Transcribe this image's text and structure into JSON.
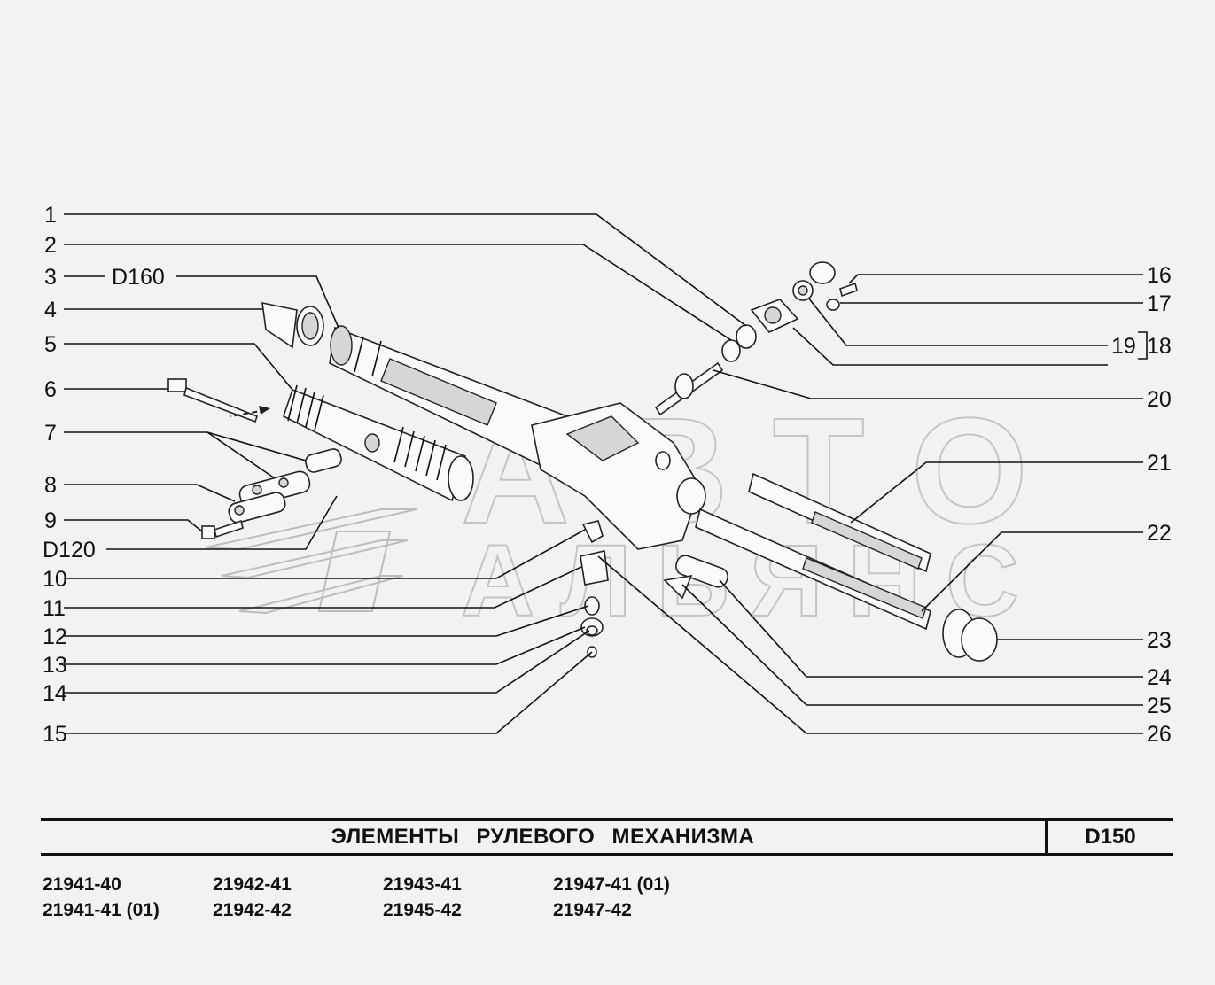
{
  "watermark": {
    "line1": "АВТО",
    "line2": "АЛЬЯНС"
  },
  "callouts_left": [
    {
      "num": "1"
    },
    {
      "num": "2"
    },
    {
      "num": "3",
      "extra": "D160"
    },
    {
      "num": "4"
    },
    {
      "num": "5"
    },
    {
      "num": "6"
    },
    {
      "num": "7"
    },
    {
      "num": "8"
    },
    {
      "num": "9"
    },
    {
      "num": "D120"
    },
    {
      "num": "10"
    },
    {
      "num": "11"
    },
    {
      "num": "12"
    },
    {
      "num": "13"
    },
    {
      "num": "14"
    },
    {
      "num": "15"
    }
  ],
  "callouts_right": [
    {
      "num": "16"
    },
    {
      "num": "17"
    },
    {
      "num": "19",
      "extra": "18"
    },
    {
      "num": "20"
    },
    {
      "num": "21"
    },
    {
      "num": "22"
    },
    {
      "num": "23"
    },
    {
      "num": "24"
    },
    {
      "num": "25"
    },
    {
      "num": "26"
    }
  ],
  "title": "ЭЛЕМЕНТЫ РУЛЕВОГО МЕХАНИЗМА",
  "code": "D150",
  "models": [
    "21941-40",
    "21942-41",
    "21943-41",
    "21947-41 (01)",
    "21941-41 (01)",
    "21942-42",
    "21945-42",
    "21947-42"
  ]
}
